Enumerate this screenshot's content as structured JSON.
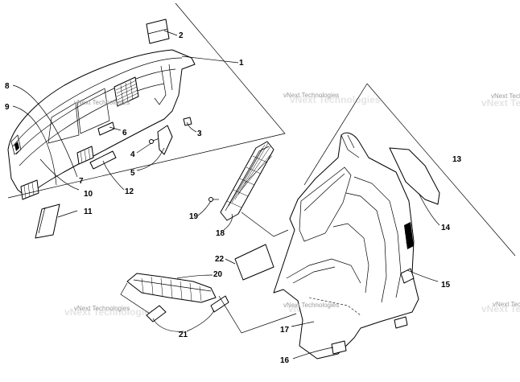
{
  "callouts": [
    "1",
    "2",
    "3",
    "4",
    "5",
    "6",
    "7",
    "8",
    "9",
    "10",
    "11",
    "12",
    "13",
    "14",
    "15",
    "16",
    "17",
    "18",
    "19",
    "20",
    "21",
    "22"
  ],
  "watermark": "vNext Technologies"
}
